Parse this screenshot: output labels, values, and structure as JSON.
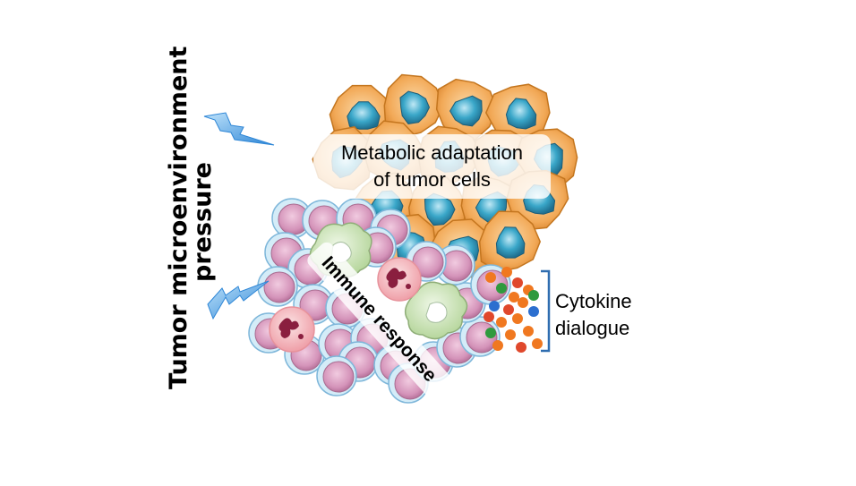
{
  "title": {
    "line1": "Tumor microenvironment",
    "line2": "pressure"
  },
  "labels": {
    "metabolic_line1": "Metabolic adaptation",
    "metabolic_line2": "of tumor cells",
    "immune": "Immune response",
    "cytokine_line1": "Cytokine",
    "cytokine_line2": "dialogue"
  },
  "colors": {
    "tumor_cell": "#f0a95e",
    "tumor_nucleus": "#3aa7c9",
    "immune_cell": "#d99bc0",
    "immune_rim": "#8ec4e3",
    "macrophage": "#c8e0b6",
    "neutrophil": "#f4c6c8",
    "lightning": "#4a9fe0",
    "bracket": "#2f6db0",
    "dot_orange": "#f07820",
    "dot_red": "#e0482c",
    "dot_green": "#2f9a3e",
    "dot_blue": "#2c6fcf"
  }
}
